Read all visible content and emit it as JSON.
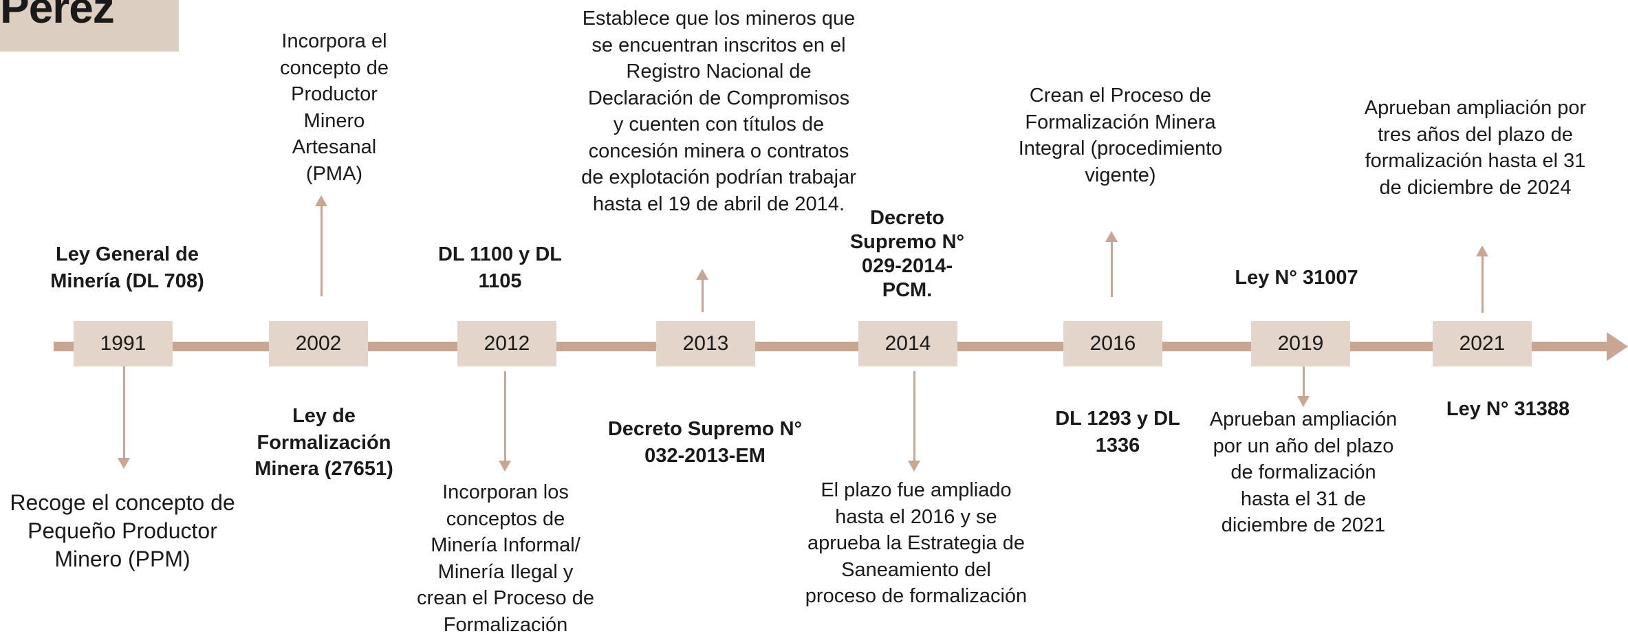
{
  "logo": {
    "text": "Pérez"
  },
  "timeline": {
    "years": [
      "1991",
      "2002",
      "2012",
      "2013",
      "2014",
      "2016",
      "2019",
      "2021"
    ],
    "labels": {
      "y1991": "Ley General de Minería (DL 708)",
      "y2002": "Ley de Formalización Minera (27651)",
      "y2012": "DL 1100 y DL 1105",
      "y2013": "Decreto Supremo N° 032-2013-EM",
      "y2014": "Decreto Supremo N° 029-2014-PCM.",
      "y2016": "DL 1293 y DL 1336",
      "y2019": "Ley N° 31007",
      "y2021": "Ley N° 31388"
    },
    "descriptions": {
      "y1991": "Recoge el concepto de Pequeño Productor Minero (PPM)",
      "y2002": "Incorpora el concepto de Productor Minero Artesanal (PMA)",
      "y2012": "Incorporan los conceptos de Minería Informal/ Minería Ilegal y crean el Proceso de Formalización",
      "y2013": "Establece que los mineros que se encuentran inscritos en el Registro Nacional de Declaración de Compromisos y cuenten con títulos de concesión minera o contratos de explotación podrían trabajar hasta el 19 de abril de 2014.",
      "y2014": "El plazo fue ampliado hasta el 2016 y se aprueba la Estrategia de Saneamiento del proceso de formalización",
      "y2016": "Crean el Proceso de Formalización Minera Integral (procedimiento vigente)",
      "y2019": "Aprueban ampliación por un año del plazo de formalización hasta el 31 de diciembre de 2021",
      "y2021": "Aprueban ampliación por tres años del plazo de formalización hasta el 31 de diciembre de 2024"
    }
  },
  "colors": {
    "axis": "#c8a693",
    "year_box": "#e3d5c9",
    "logo_bg": "#dccfc1"
  }
}
